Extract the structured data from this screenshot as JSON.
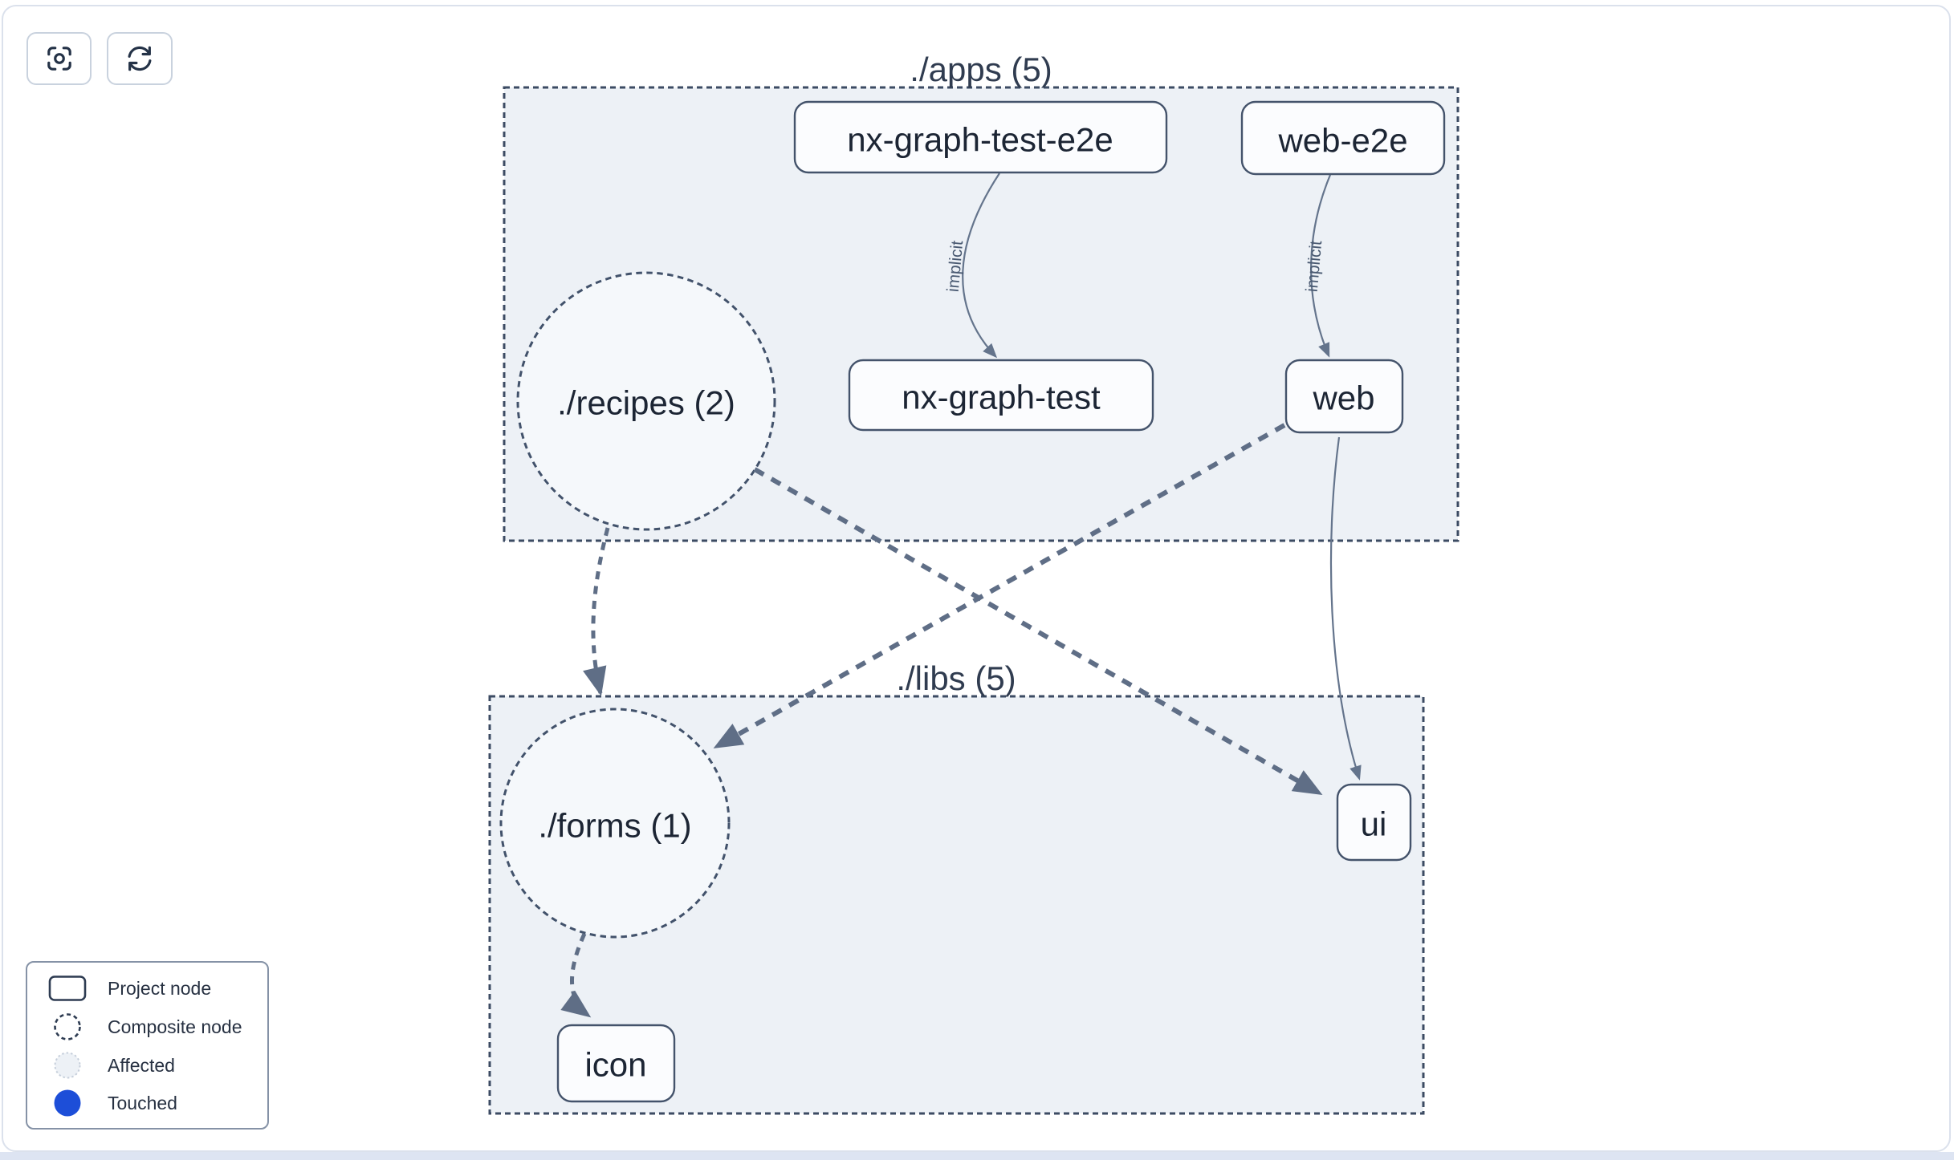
{
  "toolbar": {
    "buttons": [
      {
        "icon": "scan-focus-icon",
        "action": "center-graph"
      },
      {
        "icon": "refresh-icon",
        "action": "refresh-graph"
      }
    ]
  },
  "graph": {
    "containers": [
      {
        "id": "apps",
        "label": "./apps (5)"
      },
      {
        "id": "libs",
        "label": "./libs (5)"
      }
    ],
    "composites": [
      {
        "id": "recipes",
        "label": "./recipes (2)"
      },
      {
        "id": "forms",
        "label": "./forms (1)"
      }
    ],
    "nodes": [
      {
        "id": "nx-graph-test-e2e",
        "label": "nx-graph-test-e2e"
      },
      {
        "id": "web-e2e",
        "label": "web-e2e"
      },
      {
        "id": "nx-graph-test",
        "label": "nx-graph-test"
      },
      {
        "id": "web",
        "label": "web"
      },
      {
        "id": "ui",
        "label": "ui"
      },
      {
        "id": "icon",
        "label": "icon"
      }
    ],
    "edges": [
      {
        "from": "nx-graph-test-e2e",
        "to": "nx-graph-test",
        "label": "implicit",
        "style": "solid-thin"
      },
      {
        "from": "web-e2e",
        "to": "web",
        "label": "implicit",
        "style": "solid-thin"
      },
      {
        "from": "./recipes",
        "to": "./forms",
        "label": "",
        "style": "dashed-thick"
      },
      {
        "from": "./recipes",
        "to": "ui",
        "label": "",
        "style": "dashed-thick"
      },
      {
        "from": "web",
        "to": "./forms",
        "label": "",
        "style": "dashed-thick"
      },
      {
        "from": "web",
        "to": "ui",
        "label": "",
        "style": "solid-thin"
      },
      {
        "from": "./forms",
        "to": "icon",
        "label": "",
        "style": "dashed-thick"
      }
    ]
  },
  "legend": {
    "items": [
      {
        "label": "Project node",
        "swatch": "project-node"
      },
      {
        "label": "Composite node",
        "swatch": "composite-node"
      },
      {
        "label": "Affected",
        "swatch": "affected"
      },
      {
        "label": "Touched",
        "swatch": "touched"
      }
    ]
  },
  "colors": {
    "touched_blue": "#1d4ed8",
    "container_fill": "#edf1f6",
    "edge_thick": "#5f6e86",
    "edge_thin": "#64748c",
    "node_border": "#44536b",
    "node_text": "#1c2534"
  }
}
